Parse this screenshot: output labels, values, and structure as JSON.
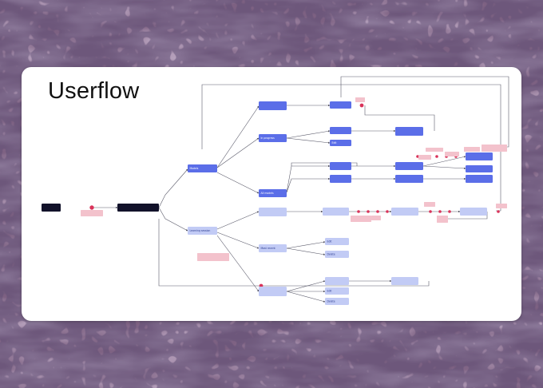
{
  "title": "Userflow",
  "colors": {
    "background": "#8a6f8c",
    "card": "#ffffff",
    "node_dark": "#12122a",
    "node_primary": "#5b6ee8",
    "node_light": "#c2cbf5",
    "note": "#f3c2cc",
    "connector_dot": "#d9335a",
    "line": "#5a5a6a"
  },
  "nodes": [
    {
      "id": "start",
      "label": "",
      "style": "dark"
    },
    {
      "id": "choose",
      "label": "",
      "style": "dark"
    },
    {
      "id": "models",
      "label": "Models",
      "style": "primary"
    },
    {
      "id": "learning",
      "label": "Learning session",
      "style": "light"
    },
    {
      "id": "create-model",
      "label": "",
      "style": "primary"
    },
    {
      "id": "in-progress",
      "label": "In progress",
      "style": "primary"
    },
    {
      "id": "all-models",
      "label": "All models",
      "style": "primary"
    },
    {
      "id": "create-session",
      "label": "",
      "style": "light"
    },
    {
      "id": "most-recent",
      "label": "Most recent",
      "style": "light"
    },
    {
      "id": "all-sessions",
      "label": "",
      "style": "light"
    },
    {
      "id": "top-1",
      "label": "",
      "style": "primary"
    },
    {
      "id": "top-2",
      "label": "",
      "style": "primary"
    },
    {
      "id": "top-3",
      "label": "Edit",
      "style": "primary"
    },
    {
      "id": "top-4",
      "label": "",
      "style": "primary"
    },
    {
      "id": "mid-1",
      "label": "",
      "style": "primary"
    },
    {
      "id": "mid-2",
      "label": "",
      "style": "primary"
    },
    {
      "id": "mid-3",
      "label": "",
      "style": "primary"
    },
    {
      "id": "mid-4",
      "label": "",
      "style": "primary"
    },
    {
      "id": "right-1",
      "label": "",
      "style": "primary"
    },
    {
      "id": "right-2",
      "label": "",
      "style": "primary"
    },
    {
      "id": "right-3",
      "label": "",
      "style": "primary"
    },
    {
      "id": "sess-1",
      "label": "",
      "style": "light"
    },
    {
      "id": "sess-2",
      "label": "",
      "style": "light"
    },
    {
      "id": "sess-3",
      "label": "",
      "style": "light"
    },
    {
      "id": "recent-edit",
      "label": "Edit",
      "style": "light"
    },
    {
      "id": "recent-delete",
      "label": "Delete",
      "style": "light"
    },
    {
      "id": "all-1",
      "label": "",
      "style": "light"
    },
    {
      "id": "all-edit",
      "label": "Edit",
      "style": "light"
    },
    {
      "id": "all-delete",
      "label": "Delete",
      "style": "light"
    },
    {
      "id": "all-2",
      "label": "",
      "style": "light"
    }
  ]
}
